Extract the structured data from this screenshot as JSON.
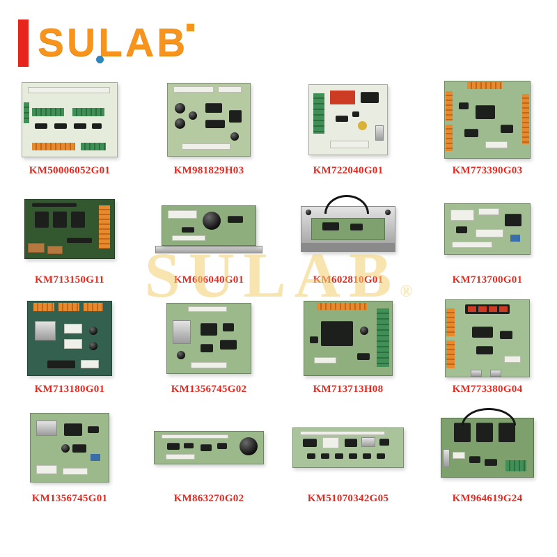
{
  "logo": {
    "text": "SULAB"
  },
  "watermark": {
    "text": "SULAB",
    "reg": "®"
  },
  "brand_colors": {
    "logo_orange": "#f7941d",
    "logo_red_bar": "#e8251d",
    "label_red": "#e8281e",
    "watermark_yellow": "#f3cf6d"
  },
  "products": [
    {
      "label": "KM50006052G01"
    },
    {
      "label": "KM981829H03"
    },
    {
      "label": "KM722040G01"
    },
    {
      "label": "KM773390G03"
    },
    {
      "label": "KM713150G11"
    },
    {
      "label": "KM606040G01"
    },
    {
      "label": "KM602810G01"
    },
    {
      "label": "KM713700G01"
    },
    {
      "label": "KM713180G01"
    },
    {
      "label": "KM1356745G02"
    },
    {
      "label": "KM713713H08"
    },
    {
      "label": "KM773380G04"
    },
    {
      "label": "KM1356745G01"
    },
    {
      "label": "KM863270G02"
    },
    {
      "label": "KM51070342G05"
    },
    {
      "label": "KM964619G24"
    }
  ]
}
